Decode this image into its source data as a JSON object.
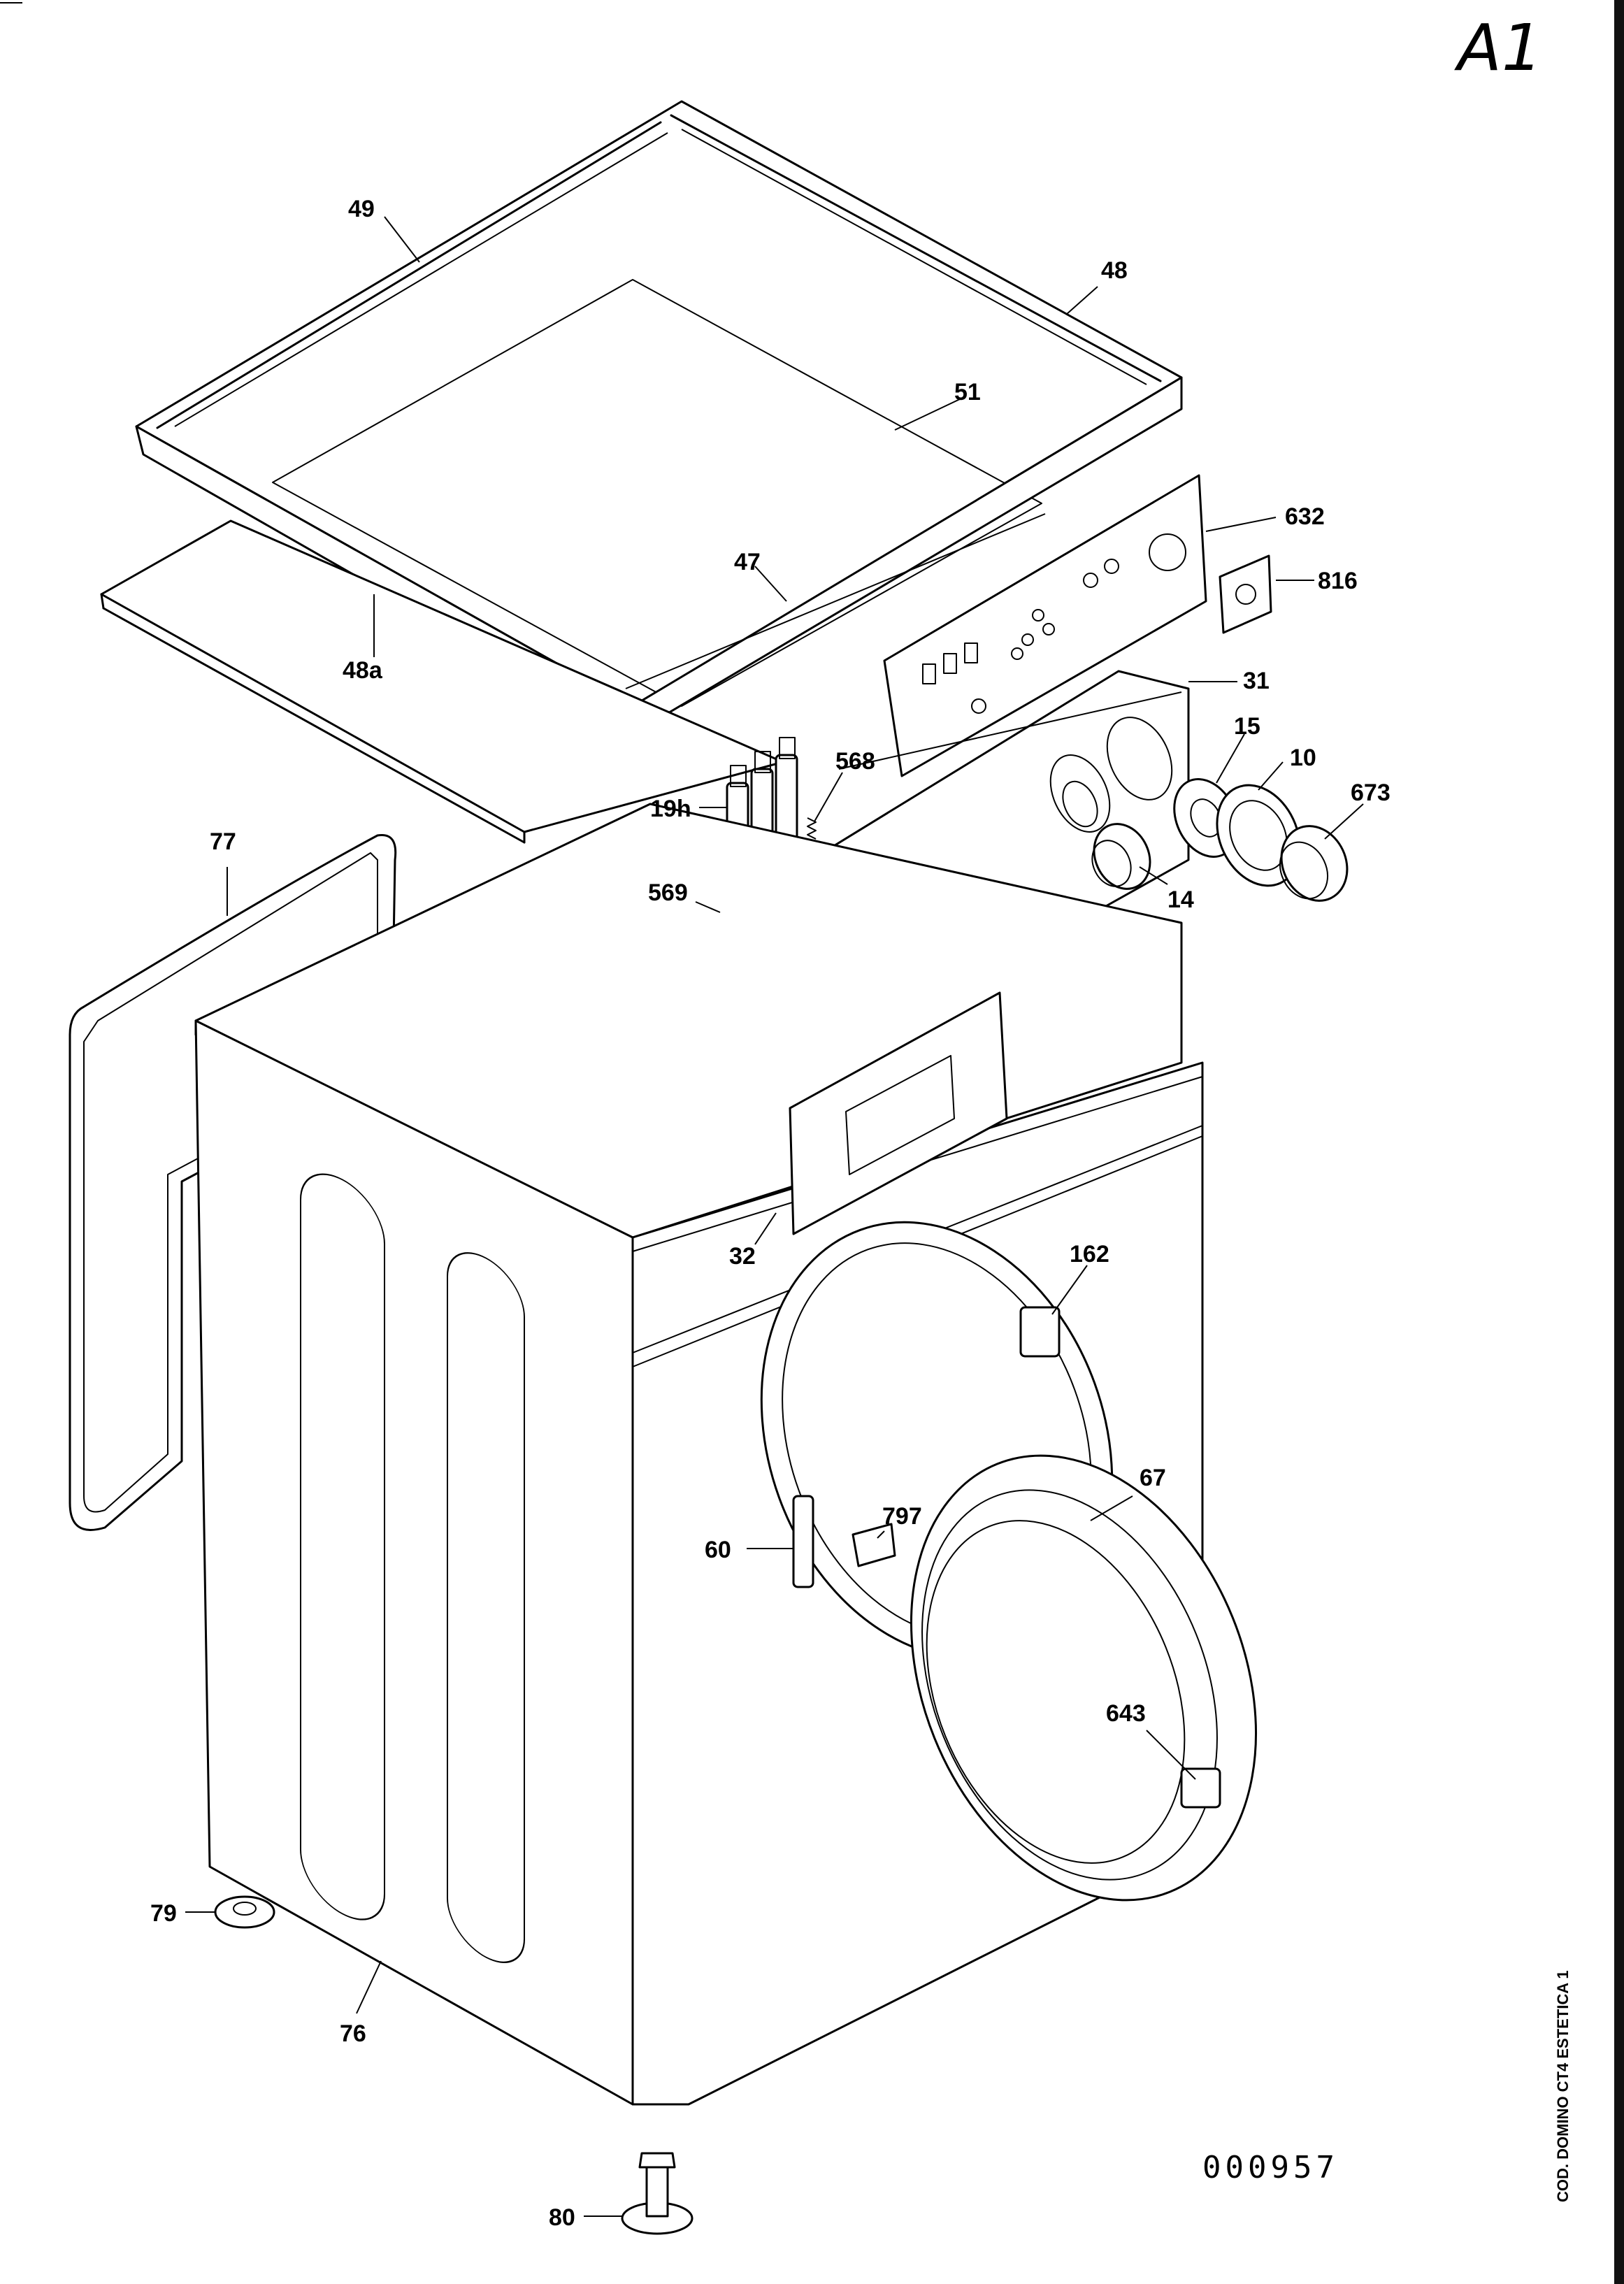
{
  "sheet_id": "A1",
  "drawing_number": "000957",
  "code": "COD. DOMINO CT4 ESTETICA 1",
  "part_labels": {
    "p49": "49",
    "p48": "48",
    "p51": "51",
    "p47": "47",
    "p48a": "48a",
    "p632": "632",
    "p816": "816",
    "p31": "31",
    "p15": "15",
    "p10": "10",
    "p673": "673",
    "p568": "568",
    "p19h": "19h",
    "p569": "569",
    "p14": "14",
    "p77": "77",
    "p32": "32",
    "p162": "162",
    "p67": "67",
    "p797": "797",
    "p60": "60",
    "p643": "643",
    "p79": "79",
    "p76": "76",
    "p80": "80"
  }
}
